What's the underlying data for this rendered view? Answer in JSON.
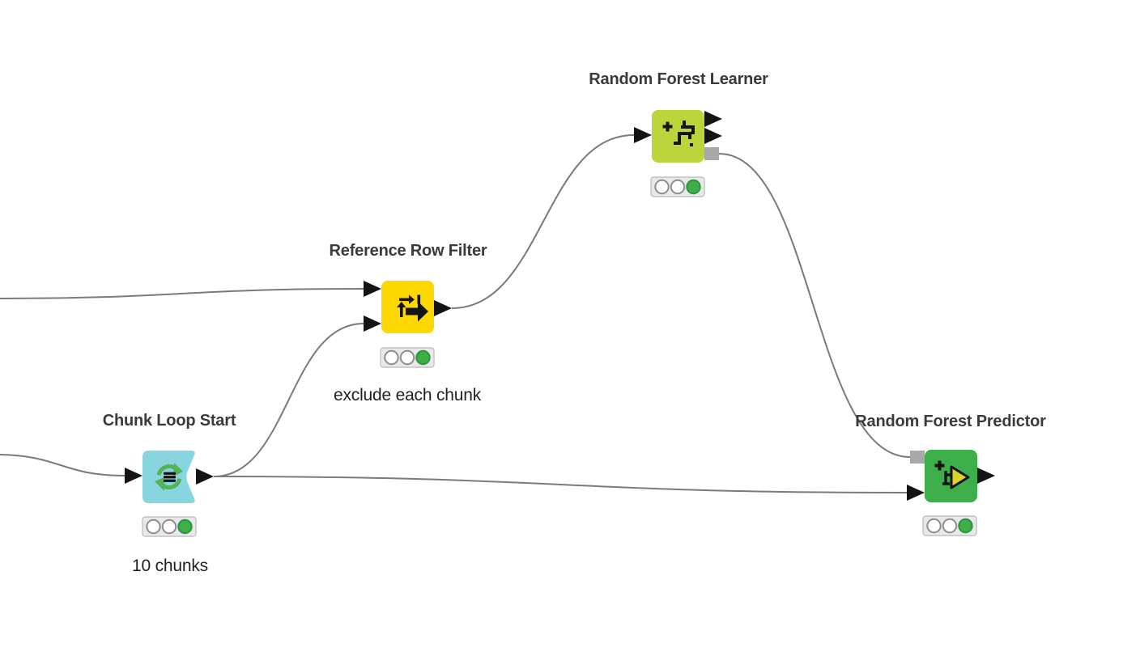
{
  "workflow": {
    "background_color": "#ffffff",
    "wire": {
      "color": "#7a7a7a",
      "width": 2
    },
    "ports": {
      "data_color": "#141414",
      "model_color": "#a8a8a8"
    },
    "status_light": {
      "frame_fill": "#e9e9e9",
      "frame_border": "#c2c2c2",
      "off_fill": "#ffffff",
      "off_border": "#8d8d8d",
      "on_fill": "#3eae49",
      "on_border": "#2f923c"
    },
    "icon_colors": {
      "glyph": "#141414",
      "loop_arrows": "#57b257",
      "predictor_play": "#d9d32b"
    },
    "nodes": [
      {
        "id": "chunk-loop-start",
        "title": "Chunk Loop Start",
        "comment": "10 chunks",
        "category": "loop-start",
        "color": "#87d5df",
        "lights": [
          "off",
          "off",
          "on"
        ]
      },
      {
        "id": "reference-row-filter",
        "title": "Reference Row Filter",
        "comment": "exclude each chunk",
        "category": "manipulator",
        "color": "#fdd800",
        "lights": [
          "off",
          "off",
          "on"
        ]
      },
      {
        "id": "random-forest-learner",
        "title": "Random Forest Learner",
        "comment": "",
        "category": "learner",
        "color": "#bcd53a",
        "lights": [
          "off",
          "off",
          "on"
        ]
      },
      {
        "id": "random-forest-predictor",
        "title": "Random Forest Predictor",
        "comment": "",
        "category": "predictor",
        "color": "#3eae4b",
        "lights": [
          "off",
          "off",
          "on"
        ]
      }
    ],
    "connections": [
      {
        "from": "offscreen-left",
        "from_port": "output",
        "to": "reference-row-filter",
        "to_port": "input-1"
      },
      {
        "from": "offscreen-left",
        "from_port": "output",
        "to": "chunk-loop-start",
        "to_port": "input-1"
      },
      {
        "from": "chunk-loop-start",
        "from_port": "output-1",
        "to": "reference-row-filter",
        "to_port": "input-2"
      },
      {
        "from": "chunk-loop-start",
        "from_port": "output-1",
        "to": "random-forest-predictor",
        "to_port": "data-input"
      },
      {
        "from": "reference-row-filter",
        "from_port": "output-1",
        "to": "random-forest-learner",
        "to_port": "data-input"
      },
      {
        "from": "random-forest-learner",
        "from_port": "model-output",
        "to": "random-forest-predictor",
        "to_port": "model-input"
      }
    ]
  }
}
